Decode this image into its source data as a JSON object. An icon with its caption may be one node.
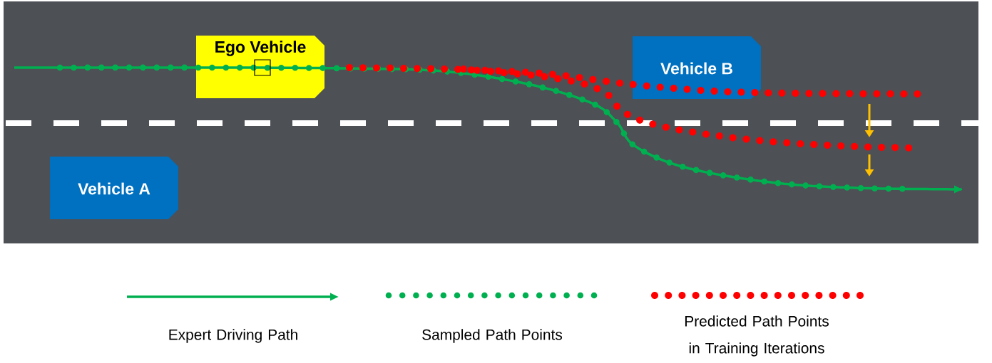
{
  "diagram": {
    "nodes": [
      {
        "text": [
          "Ego Vehicle"
        ]
      },
      {
        "text": [
          "Vehicle B"
        ]
      },
      {
        "text": [
          "Vehicle A"
        ]
      }
    ],
    "legend": [
      {
        "text": "Expert Driving Path"
      },
      {
        "text": "Sampled Path Points"
      },
      {
        "text": "Predicted Path Points in Training Iterations"
      }
    ]
  }
}
